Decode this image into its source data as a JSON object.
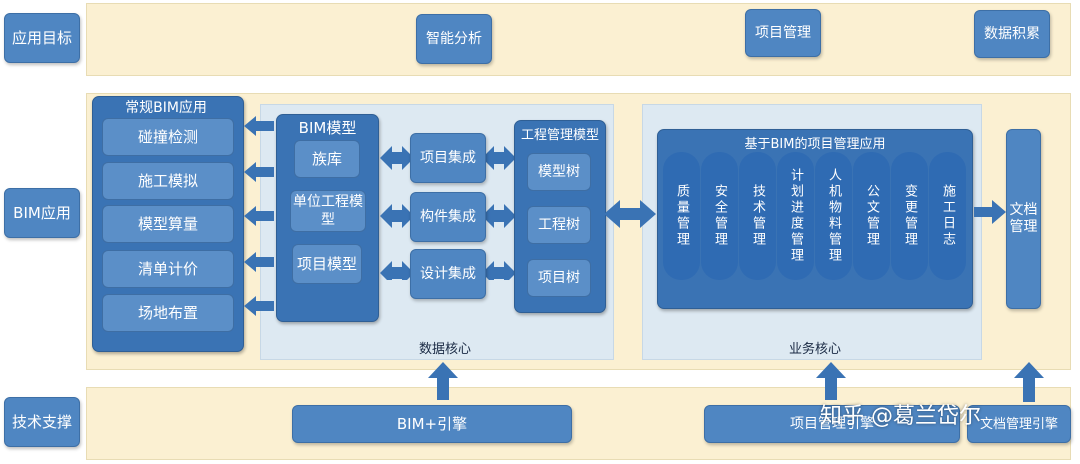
{
  "rows": {
    "goals_label": "应用目标",
    "bim_label": "BIM应用",
    "tech_label": "技术支撑"
  },
  "goals": {
    "smart_analysis": "智能分析",
    "project_mgmt": "项目管理",
    "data_accum": "数据积累"
  },
  "regular_bim": {
    "title": "常规BIM应用",
    "items": [
      "碰撞检测",
      "施工模拟",
      "模型算量",
      "清单计价",
      "场地布置"
    ]
  },
  "bim_model": {
    "title": "BIM模型",
    "items": [
      "族库",
      "单位工程模型",
      "项目模型"
    ]
  },
  "integration": {
    "items": [
      "项目集成",
      "构件集成",
      "设计集成"
    ]
  },
  "eng_mgmt_model": {
    "title": "工程管理模型",
    "items": [
      "模型树",
      "工程树",
      "项目树"
    ]
  },
  "data_core": {
    "label": "数据核心"
  },
  "pm_apps": {
    "title": "基于BIM的项目管理应用",
    "items": [
      "质量管理",
      "安全管理",
      "技术管理",
      "计划进度管理",
      "人机物料管理",
      "公文管理",
      "变更管理",
      "施工日志"
    ]
  },
  "doc_mgmt": {
    "label": "文档管理"
  },
  "business_core": {
    "label": "业务核心"
  },
  "tech": {
    "bim_engine": "BIM+引擎",
    "pm_engine": "项目管理引擎",
    "doc_engine": "文档管理引擎"
  },
  "watermark": "知乎 @葛兰岱尔",
  "colors": {
    "band": "#fbf0d2",
    "panel": "#dde9f2",
    "button": "#4f86c2",
    "dark_block": "#3a73b4",
    "pill": "#2f6bb3"
  }
}
